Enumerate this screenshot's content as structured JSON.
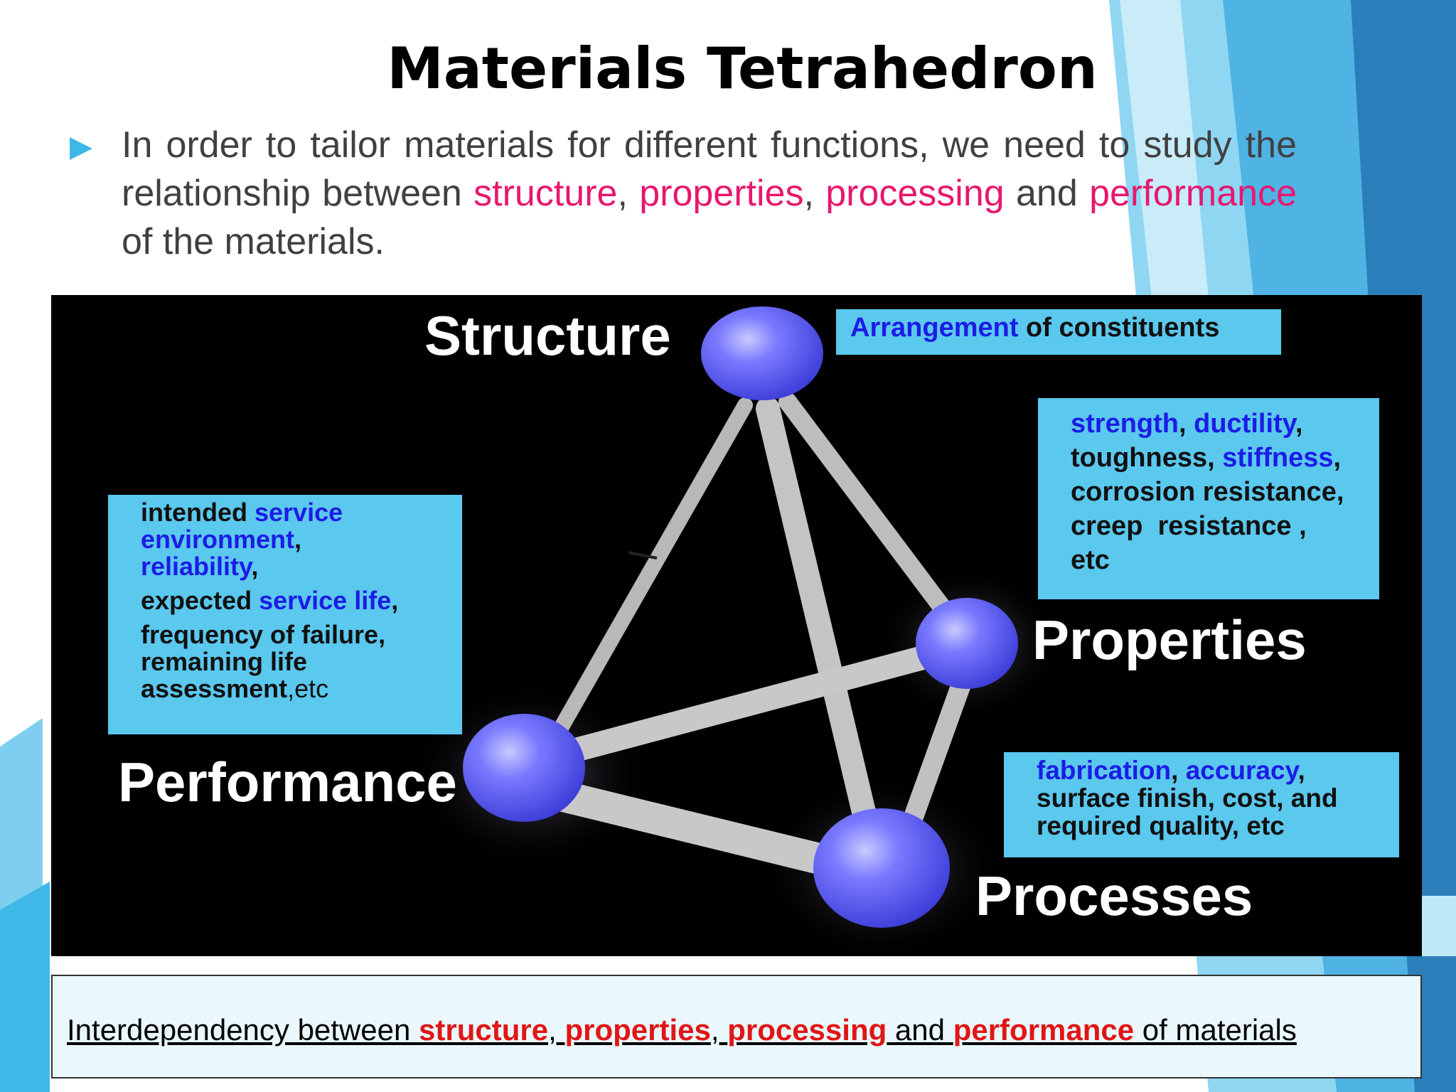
{
  "title": "Materials Tetrahedron",
  "bullet": {
    "icon": "triangle-right-icon",
    "text_1": "In order to tailor materials for different functions, we need to study the relationship between ",
    "k1": "structure",
    "sep1": ", ",
    "k2": "properties",
    "sep2": ", ",
    "k3": "processing",
    "sep3": " and ",
    "k4": "performance",
    "text_2": " of the materials."
  },
  "diagram": {
    "vertices": {
      "structure": "Structure",
      "properties": "Properties",
      "performance": "Performance",
      "processes": "Processes"
    },
    "structure_box": {
      "b1": "Arrangement",
      "t1": " of constituents"
    },
    "properties_box": {
      "l1_b1": "strength",
      "l1_t1": ", ",
      "l1_b2": "ductility",
      "l1_t2": ",",
      "l2_t1": "toughness, ",
      "l2_b1": "stiffness",
      "l2_t2": ",",
      "l3": "corrosion resistance,",
      "l4": "creep  resistance ,",
      "l5": "etc"
    },
    "performance_box": {
      "l1_t1": "intended ",
      "l1_b1": "service",
      "l2_b1": "environment",
      "l2_t1": ",",
      "l3_b1": "reliability",
      "l3_t1": ",",
      "l4_t1": "expected ",
      "l4_b1": "service life",
      "l4_t2": ",",
      "l5": "frequency of failure,",
      "l6": "remaining life",
      "l7_t1": "assessment",
      "l7_t2": ",etc"
    },
    "processes_box": {
      "l1_b1": "fabrication",
      "l1_t1": ", ",
      "l1_b2": "accuracy",
      "l1_t2": ",",
      "l2": "surface finish, cost, and",
      "l3": "required quality, etc"
    }
  },
  "footer": {
    "t1": "Interdependency between ",
    "k1": "structure",
    "s1": ", ",
    "k2": "properties",
    "s2": ", ",
    "k3": "processing",
    "s3": " and ",
    "k4": "performance",
    "t2": " of materials"
  },
  "colors": {
    "keyword_pink": "#e8176e",
    "keyword_blue": "#1c1ce6",
    "keyword_red": "#e01616",
    "box_fill": "#5bc8ee",
    "accent_blue": "#3fb8e8",
    "sphere": "#5a5aff"
  }
}
